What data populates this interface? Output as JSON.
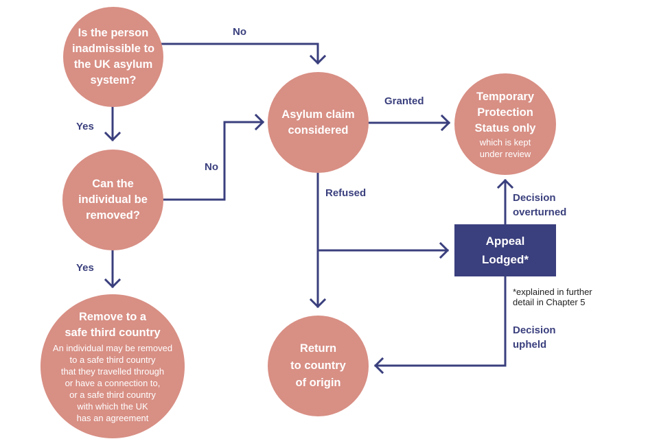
{
  "colors": {
    "node_fill": "#d88f84",
    "appeal_fill": "#3a3f7d",
    "line": "#3a3f7d",
    "label_text": "#3a3f7d",
    "node_text": "#ffffff",
    "note_text": "#1e1e1e"
  },
  "nodes": {
    "inadmissible": {
      "lines": [
        "Is the person",
        "inadmissible to",
        "the UK asylum",
        "system?"
      ]
    },
    "can_remove": {
      "lines": [
        "Can the",
        "individual be",
        "removed?"
      ]
    },
    "safe_third": {
      "title_lines": [
        "Remove to a",
        "safe third country"
      ],
      "desc_lines": [
        "An individual may be removed",
        "to a safe third country",
        "that they travelled through",
        "or have a connection to,",
        "or a safe third country",
        "with which the UK",
        "has an agreement"
      ]
    },
    "asylum_claim": {
      "lines": [
        "Asylum claim",
        "considered"
      ]
    },
    "temporary_protection": {
      "title_lines": [
        "Temporary",
        "Protection",
        "Status only"
      ],
      "desc_lines": [
        "which is kept",
        "under review"
      ]
    },
    "return_origin": {
      "lines": [
        "Return",
        "to country",
        "of origin"
      ]
    },
    "appeal": {
      "lines": [
        "Appeal",
        "Lodged*"
      ]
    }
  },
  "edge_labels": {
    "no_top": "No",
    "yes_first": "Yes",
    "no_middle": "No",
    "yes_second": "Yes",
    "granted": "Granted",
    "refused": "Refused",
    "decision_overturned": [
      "Decision",
      "overturned"
    ],
    "decision_upheld": [
      "Decision",
      "upheld"
    ]
  },
  "footnote": [
    "*explained in further",
    "detail in Chapter 5"
  ]
}
